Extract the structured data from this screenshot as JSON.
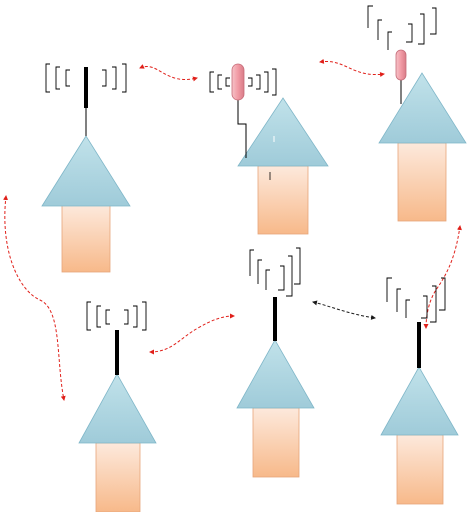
{
  "diagram": {
    "description_hidden": "",
    "nodes": [
      {
        "id": "node-1",
        "antenna_type": "black-rod",
        "signal": "bilateral"
      },
      {
        "id": "node-2",
        "antenna_type": "pink-capsule",
        "signal": "bilateral"
      },
      {
        "id": "node-3",
        "antenna_type": "pink-capsule",
        "signal": "diagonal"
      },
      {
        "id": "node-4",
        "antenna_type": "black-rod",
        "signal": "bilateral"
      },
      {
        "id": "node-5",
        "antenna_type": "black-rod",
        "signal": "diagonal"
      },
      {
        "id": "node-6",
        "antenna_type": "black-rod",
        "signal": "diagonal"
      }
    ],
    "links": [
      {
        "id": "link-1-2",
        "from": "node-1",
        "to": "node-2",
        "color": "#e0201a",
        "style": "dashed"
      },
      {
        "id": "link-2-3",
        "from": "node-2",
        "to": "node-3",
        "color": "#e0201a",
        "style": "dashed"
      },
      {
        "id": "link-1-4",
        "from": "node-1",
        "to": "node-4",
        "color": "#e0201a",
        "style": "dashed"
      },
      {
        "id": "link-4-5",
        "from": "node-4",
        "to": "node-5",
        "color": "#e0201a",
        "style": "dashed"
      },
      {
        "id": "link-5-6",
        "from": "node-5",
        "to": "node-6",
        "color": "#1a1a1a",
        "style": "dashed"
      },
      {
        "id": "link-3-6",
        "from": "node-3",
        "to": "node-6",
        "color": "#e0201a",
        "style": "dashed"
      }
    ],
    "colors": {
      "roof": "#a9d4e0",
      "roof_stroke": "#7fb6c8",
      "body_top": "#fde9dc",
      "body_bottom": "#f7b98a",
      "body_stroke": "#e7a57a",
      "antenna": "#000000",
      "capsule": "#f2a0a8",
      "capsule_stroke": "#c66b78",
      "link_red": "#e0201a",
      "link_black": "#1a1a1a"
    }
  }
}
